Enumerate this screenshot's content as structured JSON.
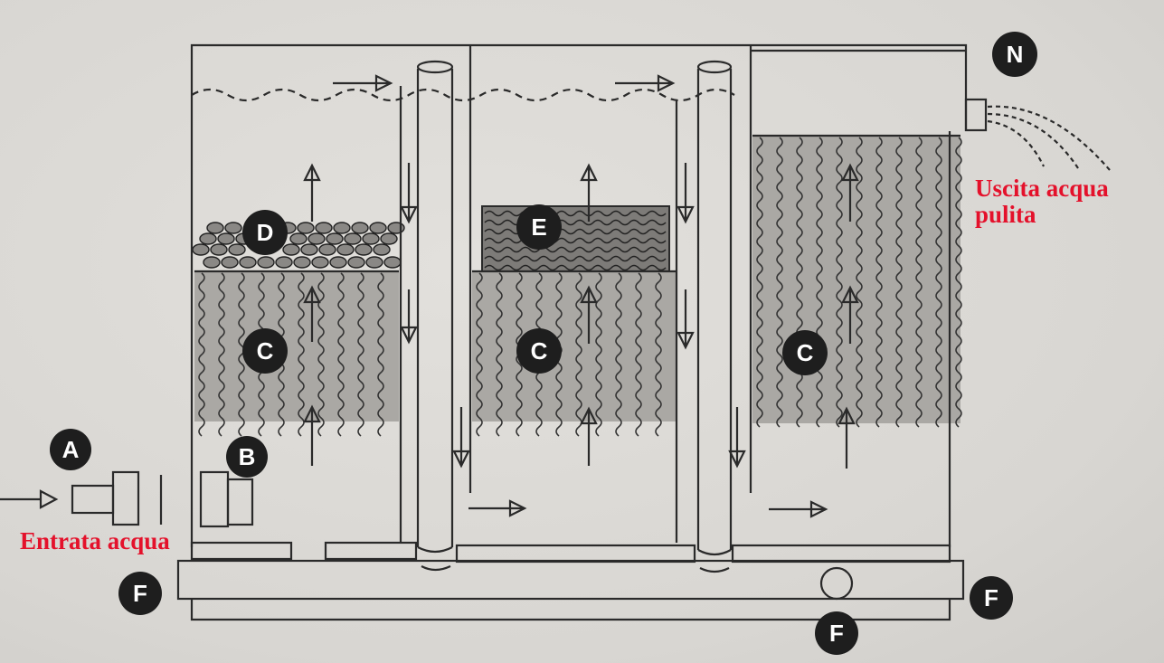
{
  "labels": {
    "A": "A",
    "B": "B",
    "C": "C",
    "D": "D",
    "E": "E",
    "F": "F",
    "N": "N"
  },
  "captions": {
    "inlet": "Entrata acqua",
    "outlet_line1": "Uscita acqua",
    "outlet_line2": "pulita"
  },
  "colors": {
    "caption": "#e4112b",
    "badge": "#1e1e1e",
    "line": "#2a2a2a",
    "media": "#a9a7a3",
    "media_dark": "#7d7b78"
  }
}
